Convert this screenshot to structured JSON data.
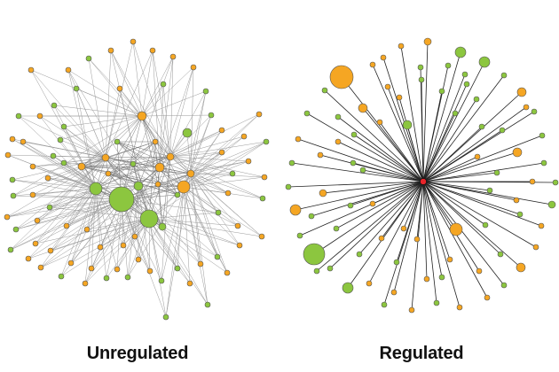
{
  "labels": {
    "left": "Unregulated",
    "right": "Regulated"
  },
  "colors": {
    "orange": "#f5a623",
    "green": "#8cc63f",
    "hub": "#e8252b",
    "node_stroke": "#555555",
    "edge_left": "#9a9a9a",
    "edge_right": "#222222"
  },
  "networks": {
    "unregulated": {
      "type": "dense-mesh",
      "peripheral_nodes": 74,
      "core_nodes": 18
    },
    "regulated": {
      "type": "star",
      "center": "red-hub",
      "peripheral_nodes": 82
    }
  }
}
